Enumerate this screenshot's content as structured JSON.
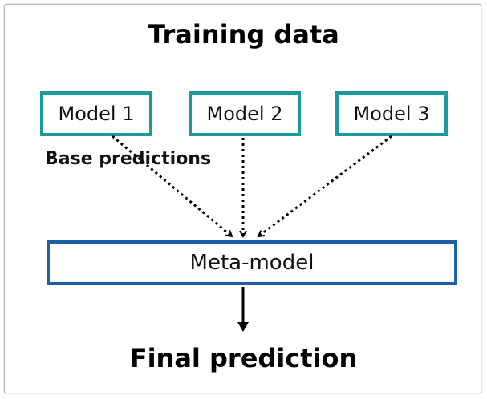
{
  "title": "Training data",
  "models": [
    {
      "label": "Model 1"
    },
    {
      "label": "Model 2"
    },
    {
      "label": "Model 3"
    }
  ],
  "base_predictions_label": "Base predictions",
  "meta_model_label": "Meta-model",
  "final_label": "Final prediction",
  "colors": {
    "model_border": "#1a9a9a",
    "meta_border": "#1e5fa8",
    "arrow": "#000000"
  }
}
